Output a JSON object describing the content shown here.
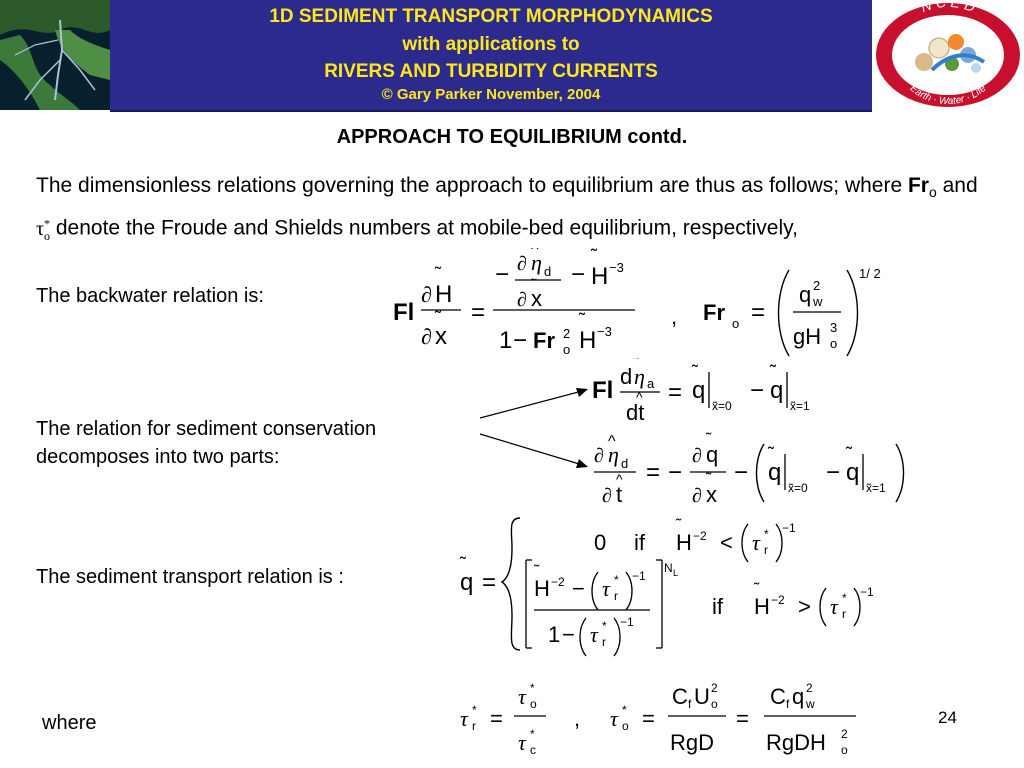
{
  "header": {
    "line1": "1D SEDIMENT TRANSPORT MORPHODYNAMICS",
    "line2": "with applications to",
    "line3": "RIVERS AND TURBIDITY CURRENTS",
    "line4": "© Gary Parker November, 2004",
    "logo_letters": [
      "N",
      "C",
      "E",
      "D"
    ],
    "logo_ring_text": "Earth · Water · Life"
  },
  "slide": {
    "title": "APPROACH TO EQUILIBRIUM contd.",
    "intro_part1": "The dimensionless relations governing the approach to equilibrium are thus as follows; where ",
    "intro_fr": "Fr",
    "intro_fr_sub": "o",
    "intro_and": " and ",
    "intro_part2": " denote the Froude and Shields numbers at mobile-bed equilibrium, respectively,",
    "backwater_label": "The backwater relation is:",
    "sediment_label": "The relation for sediment conservation decomposes into two parts:",
    "transport_label": "The sediment transport relation is :",
    "where_label": "where",
    "page_number": "24"
  },
  "equations": {
    "fl": "Fl",
    "fr": "Fr",
    "if": "if",
    "zero": "0",
    "comma": ","
  },
  "colors": {
    "banner": "#2c2a8c",
    "banner_text": "#ffe81a",
    "logo_ring": "#c8102e"
  }
}
